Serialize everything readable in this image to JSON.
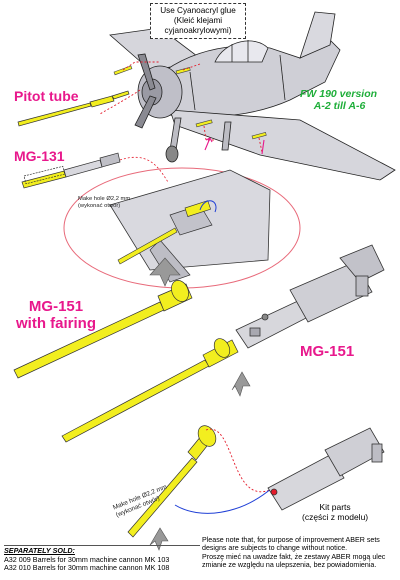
{
  "glue_note": {
    "line1": "Use Cyanoacryl glue",
    "line2": "(Kleić klejami",
    "line3": "cyjanoakrylowymi)"
  },
  "labels": {
    "pitot": "Pitot tube",
    "mg131": "MG-131",
    "version_line1": "FW 190 version",
    "version_line2": "A-2 till A-6",
    "mg151_fairing_line1": "MG-151",
    "mg151_fairing_line2": "with fairing",
    "mg151": "MG-151",
    "kit_parts_line1": "Kit parts",
    "kit_parts_line2": "(części z modelu)"
  },
  "holes": {
    "hole_top_line1": "Make hole Ø2,2 mm",
    "hole_top_line2": "(wykonać otwór)",
    "hole_bottom_line1": "Make hole Ø2,2 mm",
    "hole_bottom_line2": "(wykonać otwór)"
  },
  "separately_sold": {
    "heading": "SEPARATELY SOLD:",
    "items": [
      "A32 009  Barrels for 30mm machine cannon MK 103",
      "A32 010  Barrels for 30mm machine cannon MK 108"
    ]
  },
  "notice": {
    "line1": "Please note that, for purpose of improvement ABER sets",
    "line2": "designs are subjects to change without notice.",
    "line3": "Proszę mieć na uwadze fakt, że zestawy ABER mogą ulec",
    "line4": "zmianie ze względu na ulepszenia, bez powiadomienia."
  },
  "colors": {
    "part_yellow": "#f2ee1f",
    "accent_magenta": "#e8188c",
    "version_green": "#1fae3a",
    "aircraft_grey": "#cfcfd6"
  }
}
